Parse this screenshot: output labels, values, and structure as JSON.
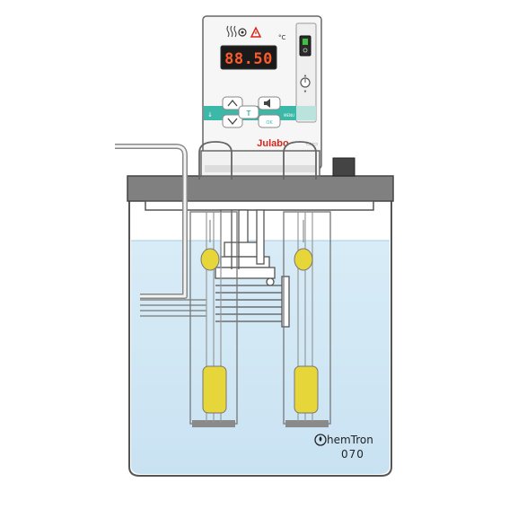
{
  "controller": {
    "display_value": "88.50",
    "unit_label": "°C",
    "brand": "Julabo",
    "menu_label": "MENU",
    "ok_label": "OK",
    "temp_key_label": "T"
  },
  "bath": {
    "logo_text": "hemTron",
    "model": "070"
  },
  "colors": {
    "display_digits": "#ff5a2a",
    "display_bg": "#1a1a1a",
    "brand_red": "#d9261c",
    "accent_teal": "#3bb8a8",
    "water": "#d2e8f5",
    "oil": "#e6d63a"
  },
  "icons": [
    "heater-icon",
    "pump-icon",
    "warning-icon",
    "power-switch-icon",
    "setpoint-knob-icon",
    "up-arrow-icon",
    "down-arrow-icon",
    "mute-icon"
  ]
}
